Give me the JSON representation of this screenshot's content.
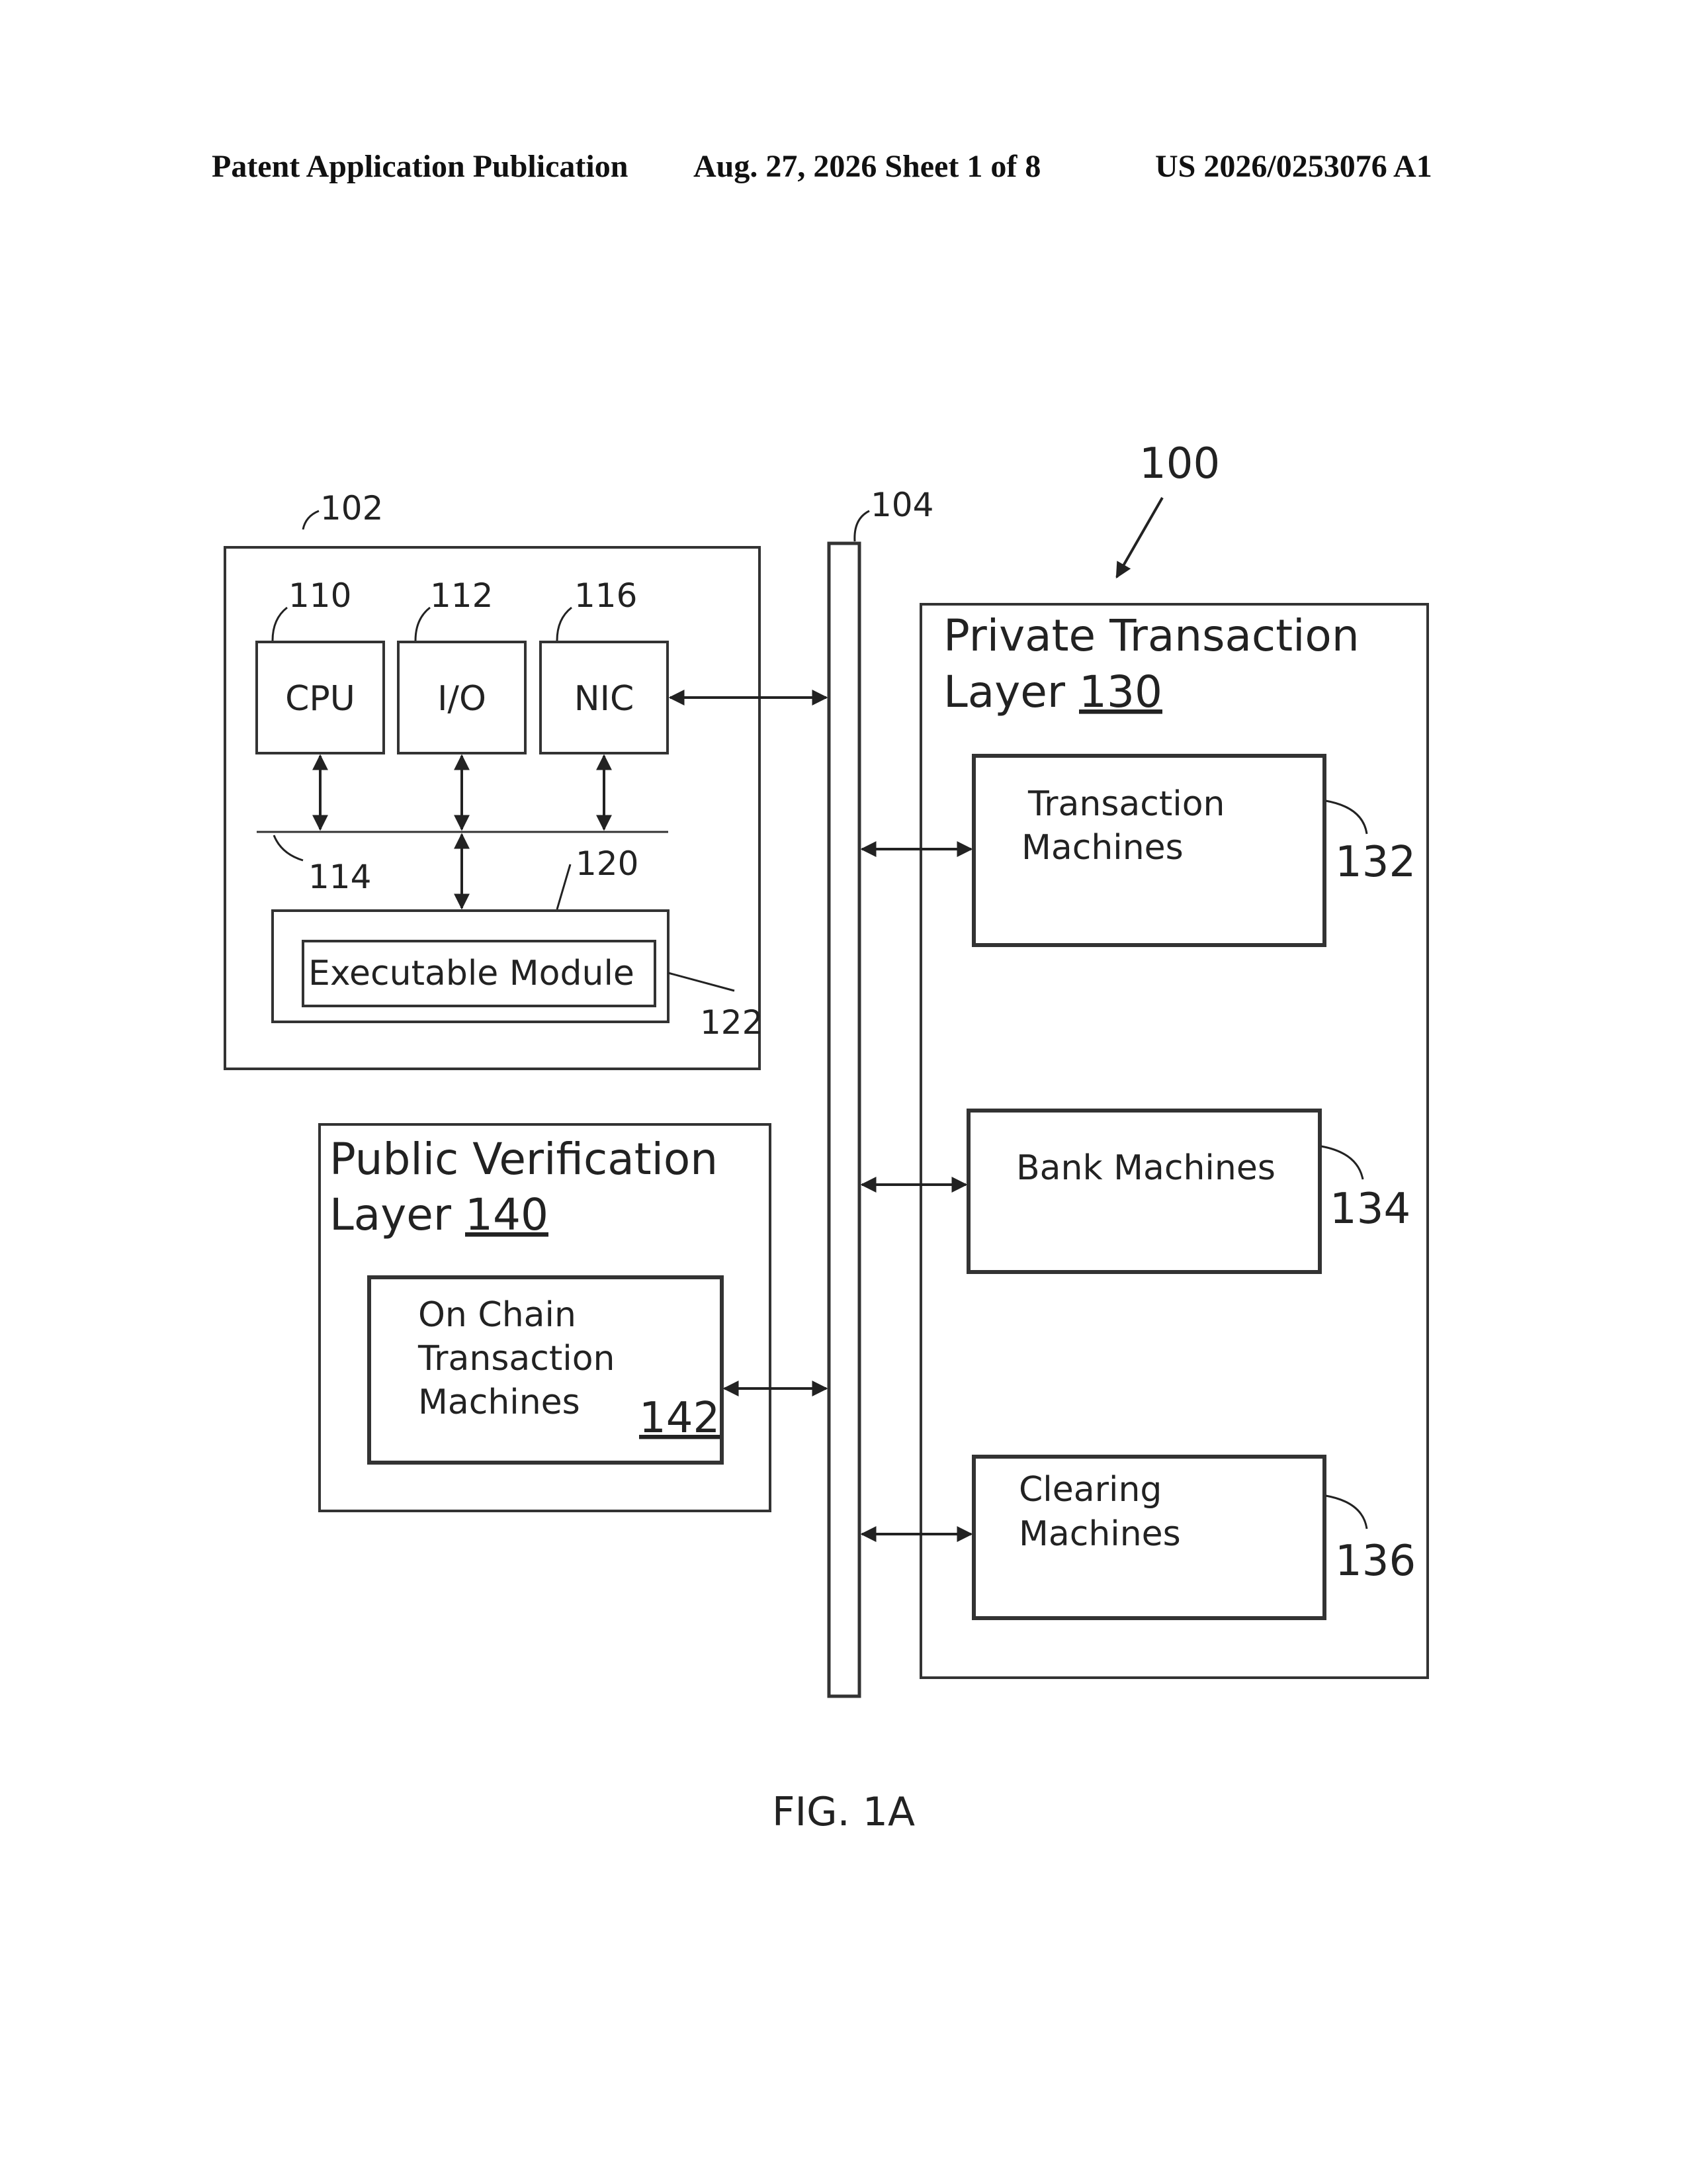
{
  "header": {
    "publication": "Patent Application Publication",
    "date_sheet": "Aug. 27, 2026  Sheet 1 of 8",
    "number": "US 2026/0253076 A1"
  },
  "diagram": {
    "system_ref": "100",
    "computer": {
      "ref": "102",
      "cpu": {
        "label": "CPU",
        "ref": "110"
      },
      "io": {
        "label": "I/O",
        "ref": "112"
      },
      "nic": {
        "label": "NIC",
        "ref": "116"
      },
      "bus_ref": "114",
      "memory_ref": "120",
      "module": {
        "label": "Executable Module",
        "ref": "122"
      }
    },
    "network_ref": "104",
    "private_layer": {
      "title_line1": "Private Transaction",
      "title_line2": "Layer ",
      "ref": "130",
      "transaction_machines": {
        "line1": "Transaction",
        "line2": "Machines",
        "ref": "132"
      },
      "bank_machines": {
        "line1": "Bank Machines",
        "ref": "134"
      },
      "clearing_machines": {
        "line1": "Clearing",
        "line2": "Machines",
        "ref": "136"
      }
    },
    "public_layer": {
      "title_line1": "Public Verification",
      "title_line2": "Layer ",
      "ref": "140",
      "on_chain": {
        "line1": "On Chain",
        "line2": "Transaction",
        "line3": "Machines",
        "ref": "142"
      }
    },
    "figure_label": "FIG. 1A"
  }
}
